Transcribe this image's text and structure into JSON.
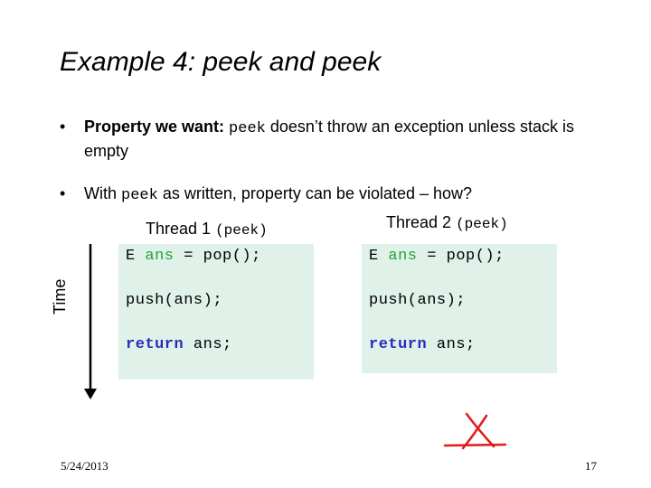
{
  "slide": {
    "title": "Example 4: peek and peek",
    "bullets": [
      {
        "bold": "Property we want:",
        "code": "peek",
        "text": "doesn’t throw an exception unless stack is empty"
      },
      {
        "prefix": "With",
        "code": "peek",
        "text": "as written, property can be violated – how?"
      }
    ],
    "time_label": "Time",
    "threads": [
      {
        "label": "Thread 1",
        "label_code": "(peek)",
        "code": [
          {
            "type": "E",
            "var": "ans",
            "rest": "= pop();"
          },
          {
            "text": "push(ans);"
          },
          {
            "keyword": "return",
            "rest": "ans;"
          }
        ]
      },
      {
        "label": "Thread 2",
        "label_code": "(peek)",
        "code": [
          {
            "type": "E",
            "var": "ans",
            "rest": "= pop();"
          },
          {
            "text": "push(ans);"
          },
          {
            "keyword": "return",
            "rest": "ans;"
          }
        ]
      }
    ],
    "footer": {
      "date": "5/24/2013",
      "page": "17"
    }
  },
  "colors": {
    "code_background": "#dff1e8",
    "variable_green": "#22a33a",
    "keyword_blue": "#2b2bb8",
    "x_mark_red": "#e01b1b"
  },
  "icons": [
    "down-arrow-icon",
    "red-x-mark-icon"
  ]
}
